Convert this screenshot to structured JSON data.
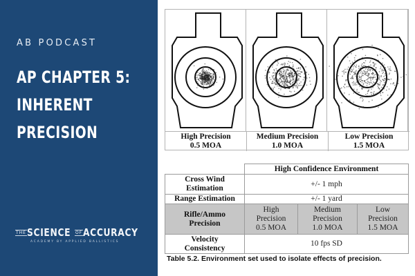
{
  "left_panel": {
    "background_color": "#1d4876",
    "kicker": "AB PODCAST",
    "title_lines": [
      "AP CHAPTER 5:",
      "INHERENT",
      "PRECISION"
    ],
    "logo": {
      "the": "THE",
      "science": "SCIENCE",
      "of": "OF",
      "accuracy": "ACCURACY",
      "subtitle": "ACADEMY BY APPLIED BALLISTICS"
    }
  },
  "targets": [
    {
      "label_line1": "High Precision",
      "label_line2": "0.5 MOA",
      "spread": 0.5
    },
    {
      "label_line1": "Medium Precision",
      "label_line2": "1.0 MOA",
      "spread": 1.0
    },
    {
      "label_line1": "Low Precision",
      "label_line2": "1.5 MOA",
      "spread": 1.5
    }
  ],
  "table": {
    "header": "High Confidence Environment",
    "rows": {
      "cross_wind": {
        "label_line1": "Cross Wind",
        "label_line2": "Estimation",
        "value": "+/- 1 mph"
      },
      "range": {
        "label": "Range Estimation",
        "value": "+/- 1 yard"
      },
      "rifle": {
        "label_line1": "Rifle/Ammo",
        "label_line2": "Precision",
        "cells": [
          {
            "l1": "High",
            "l2": "Precision",
            "l3": "0.5 MOA"
          },
          {
            "l1": "Medium",
            "l2": "Precision",
            "l3": "1.0 MOA"
          },
          {
            "l1": "Low",
            "l2": "Precision",
            "l3": "1.5 MOA"
          }
        ]
      },
      "velocity": {
        "label_line1": "Velocity",
        "label_line2": "Consistency",
        "value": "10 fps SD"
      }
    },
    "caption": "Table 5.2.  Environment set used to isolate effects of precision."
  }
}
